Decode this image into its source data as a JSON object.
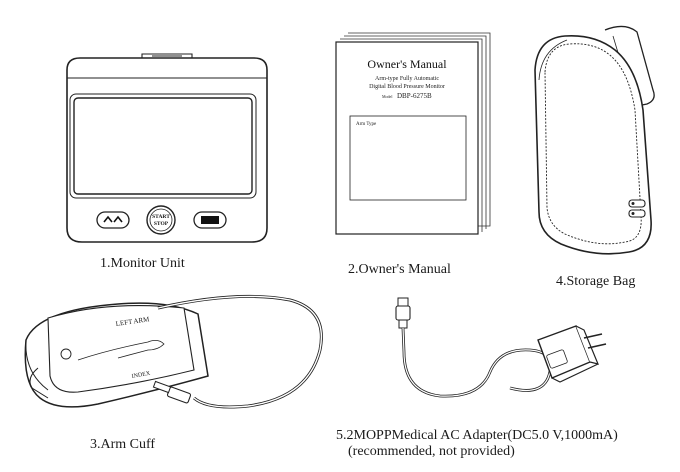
{
  "items": {
    "monitor": {
      "caption": "1.Monitor Unit",
      "start_label_line1": "START",
      "start_label_line2": "STOP"
    },
    "manual": {
      "caption": "2.Owner's Manual",
      "title": "Owner's Manual",
      "subtitle_line1": "Arm-type Fully Automatic",
      "subtitle_line2": "Digital Blood Pressure Monitor",
      "model_label": "Model",
      "model": "DBP-6275B",
      "box_label": "Arm Type"
    },
    "bag": {
      "caption": "4.Storage Bag"
    },
    "cuff": {
      "caption": "3.Arm Cuff",
      "left_arm": "LEFT ARM",
      "index": "INDEX"
    },
    "adapter": {
      "caption_line1": "5.2MOPPMedical AC Adapter(DC5.0 V,1000mA)",
      "caption_line2": "(recommended, not provided)"
    }
  }
}
